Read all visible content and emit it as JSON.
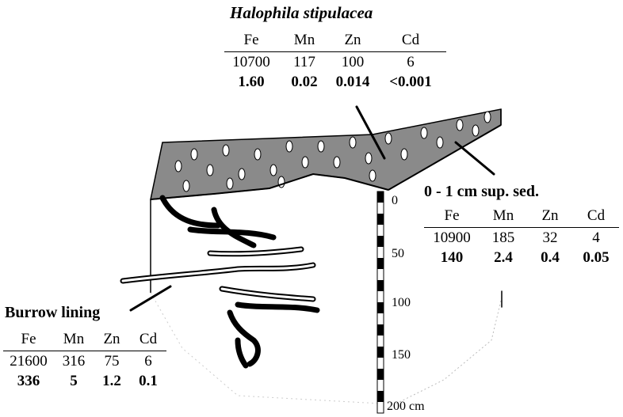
{
  "seagrass": {
    "title": "Halophila stipulacea",
    "headers": [
      "Fe",
      "Mn",
      "Zn",
      "Cd"
    ],
    "rows": [
      [
        "10700",
        "117",
        "100",
        "6"
      ],
      [
        "1.60",
        "0.02",
        "0.014",
        "<0.001"
      ]
    ]
  },
  "surface_sediment": {
    "title": "0 - 1 cm sup. sed.",
    "headers": [
      "Fe",
      "Mn",
      "Zn",
      "Cd"
    ],
    "rows": [
      [
        "10900",
        "185",
        "32",
        "4"
      ],
      [
        "140",
        "2.4",
        "0.4",
        "0.05"
      ]
    ]
  },
  "burrow": {
    "title": "Burrow lining",
    "headers": [
      "Fe",
      "Mn",
      "Zn",
      "Cd"
    ],
    "rows": [
      [
        "21600",
        "316",
        "75",
        "6"
      ],
      [
        "336",
        "5",
        "1.2",
        "0.1"
      ]
    ]
  },
  "depth_scale": {
    "ticks": [
      "0",
      "50",
      "100",
      "150",
      "200 cm"
    ]
  }
}
